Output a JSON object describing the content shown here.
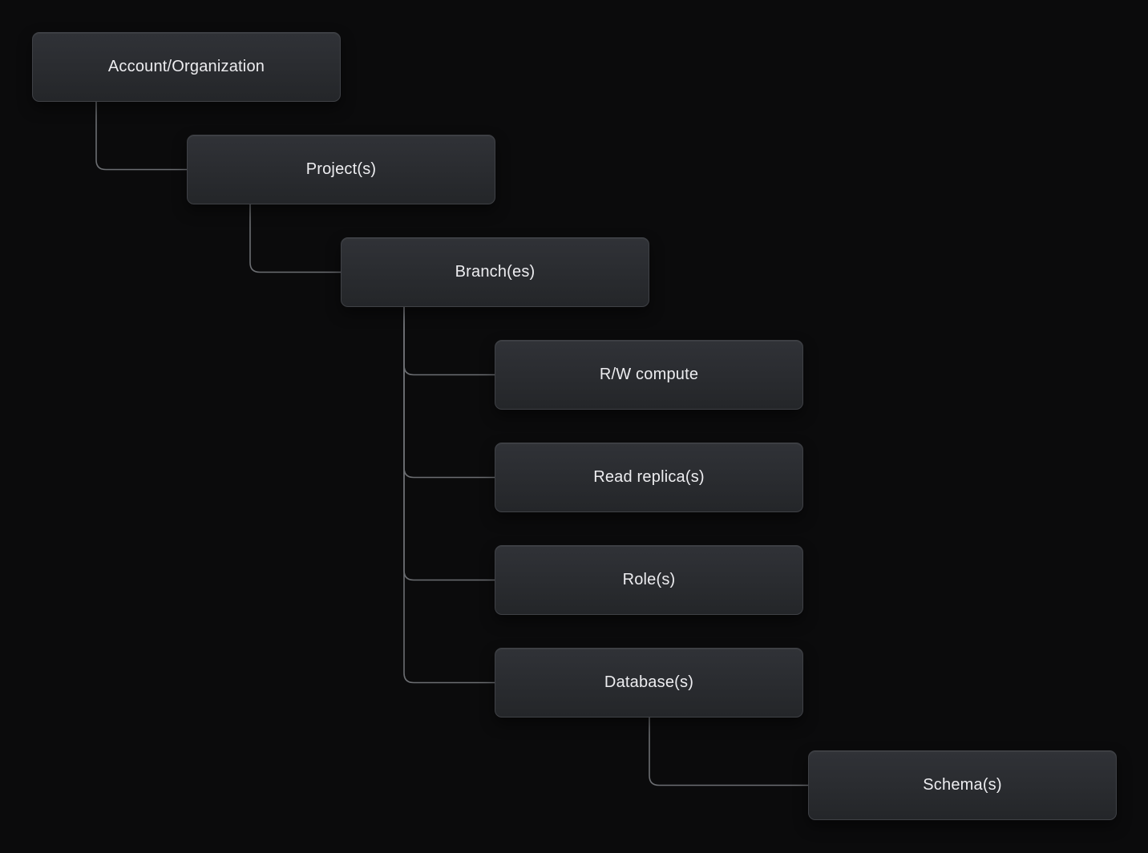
{
  "colors": {
    "background": "#0b0b0c",
    "node_fill_top": "#303237",
    "node_fill_bottom": "#242629",
    "node_border": "#3f4146",
    "node_text": "#ededf0",
    "connector": "#6c6e72"
  },
  "diagram": {
    "type": "tree",
    "nodes": [
      {
        "id": "account-organization",
        "label": "Account/Organization"
      },
      {
        "id": "projects",
        "label": "Project(s)"
      },
      {
        "id": "branches",
        "label": "Branch(es)"
      },
      {
        "id": "rw-compute",
        "label": "R/W compute"
      },
      {
        "id": "read-replicas",
        "label": "Read replica(s)"
      },
      {
        "id": "roles",
        "label": "Role(s)"
      },
      {
        "id": "databases",
        "label": "Database(s)"
      },
      {
        "id": "schemas",
        "label": "Schema(s)"
      }
    ],
    "edges": [
      {
        "from": "account-organization",
        "to": "projects"
      },
      {
        "from": "projects",
        "to": "branches"
      },
      {
        "from": "branches",
        "to": "rw-compute"
      },
      {
        "from": "branches",
        "to": "read-replicas"
      },
      {
        "from": "branches",
        "to": "roles"
      },
      {
        "from": "branches",
        "to": "databases"
      },
      {
        "from": "databases",
        "to": "schemas"
      }
    ]
  }
}
